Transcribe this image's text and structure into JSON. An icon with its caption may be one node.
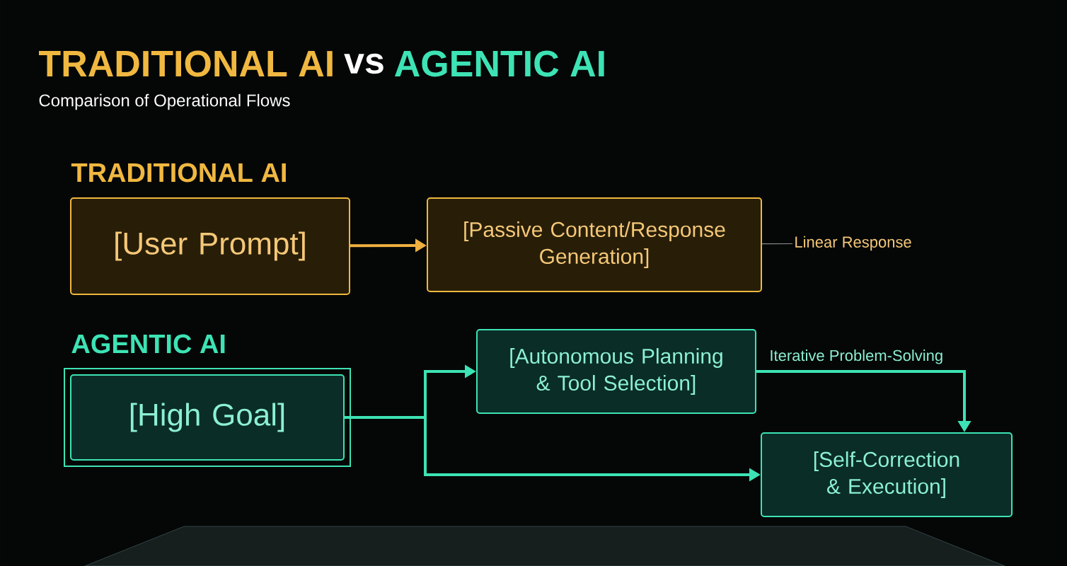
{
  "diagram": {
    "nodes": [
      {
        "text": [
          "[User Prompt]"
        ]
      },
      {
        "text": [
          "[Passive Content/Response Generation]"
        ]
      },
      {
        "text": [
          "[High Goal]"
        ]
      },
      {
        "text": [
          "[Autonomous Planning & Tool Selection]"
        ]
      },
      {
        "text": [
          "[Self-Correction & Execution]"
        ]
      },
      {
        "text": [
          "Linear Response"
        ]
      }
    ],
    "edges": [
      {
        "from": 0,
        "to": 1,
        "arrow": "to",
        "color": "#f0b040"
      },
      {
        "from": 2,
        "to": 3,
        "arrow": "to"
      },
      {
        "from": 2,
        "to": 4,
        "arrow": "to"
      },
      {
        "from": 3,
        "to": 4,
        "arrow": "to",
        "label": "Iterative Problem-Solving"
      },
      {
        "from": 1,
        "to": 5,
        "arrow": "none",
        "color": "#8a8a8a"
      }
    ],
    "labels": [
      "TRADITIONAL AI",
      "vs",
      "AGENTIC AI",
      "Comparison of Operational Flows",
      "TRADITIONAL AI",
      "AGENTIC AI"
    ]
  }
}
